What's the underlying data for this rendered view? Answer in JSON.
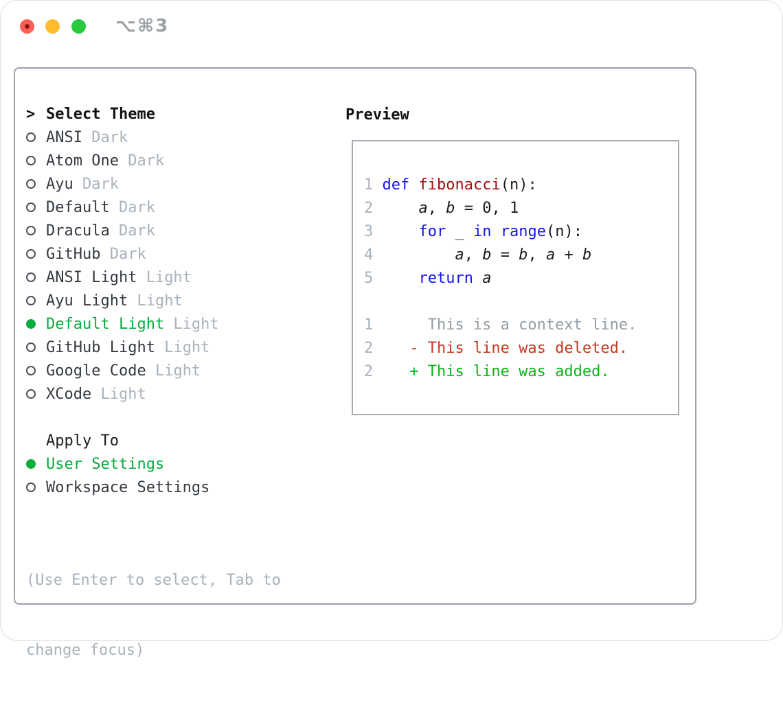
{
  "window": {
    "shortcut_label": "⌥⌘3"
  },
  "colors": {
    "accent_green": "#0cab40",
    "muted_gray": "#a9b2bc",
    "keyword_blue": "#1515e6",
    "function_red": "#a00f0f",
    "deleted_red": "#c53b22",
    "added_green": "#0db31b",
    "traffic_red": "#ff5f57",
    "traffic_yellow": "#febc2e",
    "traffic_green": "#28c840"
  },
  "theme_list": {
    "cursor": ">",
    "title": "Select Theme",
    "items": [
      {
        "name": "ANSI",
        "badge": "Dark",
        "selected": false
      },
      {
        "name": "Atom One",
        "badge": "Dark",
        "selected": false
      },
      {
        "name": "Ayu",
        "badge": "Dark",
        "selected": false
      },
      {
        "name": "Default",
        "badge": "Dark",
        "selected": false
      },
      {
        "name": "Dracula",
        "badge": "Dark",
        "selected": false
      },
      {
        "name": "GitHub",
        "badge": "Dark",
        "selected": false
      },
      {
        "name": "ANSI Light",
        "badge": "Light",
        "selected": false
      },
      {
        "name": "Ayu Light",
        "badge": "Light",
        "selected": false
      },
      {
        "name": "Default Light",
        "badge": "Light",
        "selected": true
      },
      {
        "name": "GitHub Light",
        "badge": "Light",
        "selected": false
      },
      {
        "name": "Google Code",
        "badge": "Light",
        "selected": false
      },
      {
        "name": "XCode",
        "badge": "Light",
        "selected": false
      }
    ]
  },
  "apply_to": {
    "title": "Apply To",
    "options": [
      {
        "label": "User Settings",
        "selected": true
      },
      {
        "label": "Workspace Settings",
        "selected": false
      }
    ]
  },
  "help": {
    "lines": [
      "(Use Enter to select, Tab to",
      "change focus)"
    ]
  },
  "preview": {
    "title": "Preview",
    "lines": [
      {
        "num": "1",
        "segs": [
          {
            "t": "def",
            "c": "kw"
          },
          {
            "t": " ",
            "c": "plain"
          },
          {
            "t": "fibonacci",
            "c": "fn"
          },
          {
            "t": "(n):",
            "c": "plain"
          }
        ]
      },
      {
        "num": "2",
        "segs": [
          {
            "t": "    ",
            "c": "plain"
          },
          {
            "t": "a",
            "c": "var"
          },
          {
            "t": ", ",
            "c": "plain"
          },
          {
            "t": "b",
            "c": "var"
          },
          {
            "t": " = 0, 1",
            "c": "plain"
          }
        ]
      },
      {
        "num": "3",
        "segs": [
          {
            "t": "    ",
            "c": "plain"
          },
          {
            "t": "for",
            "c": "kw"
          },
          {
            "t": " _ ",
            "c": "plain"
          },
          {
            "t": "in",
            "c": "kw"
          },
          {
            "t": " ",
            "c": "plain"
          },
          {
            "t": "range",
            "c": "kw"
          },
          {
            "t": "(n):",
            "c": "plain"
          }
        ]
      },
      {
        "num": "4",
        "segs": [
          {
            "t": "        ",
            "c": "plain"
          },
          {
            "t": "a",
            "c": "var"
          },
          {
            "t": ", ",
            "c": "plain"
          },
          {
            "t": "b",
            "c": "var"
          },
          {
            "t": " = ",
            "c": "plain"
          },
          {
            "t": "b",
            "c": "var"
          },
          {
            "t": ", ",
            "c": "plain"
          },
          {
            "t": "a",
            "c": "var"
          },
          {
            "t": " + ",
            "c": "plain"
          },
          {
            "t": "b",
            "c": "var"
          }
        ]
      },
      {
        "num": "5",
        "segs": [
          {
            "t": "    ",
            "c": "plain"
          },
          {
            "t": "return",
            "c": "kw"
          },
          {
            "t": " ",
            "c": "plain"
          },
          {
            "t": "a",
            "c": "var"
          }
        ]
      },
      {
        "num": "",
        "segs": []
      },
      {
        "num": "1",
        "segs": [
          {
            "t": "     This is a context line.",
            "c": "ctx"
          }
        ]
      },
      {
        "num": "2",
        "segs": [
          {
            "t": "   - This line was deleted.",
            "c": "del"
          }
        ]
      },
      {
        "num": "2",
        "segs": [
          {
            "t": "   + This line was added.",
            "c": "add"
          }
        ]
      }
    ]
  }
}
